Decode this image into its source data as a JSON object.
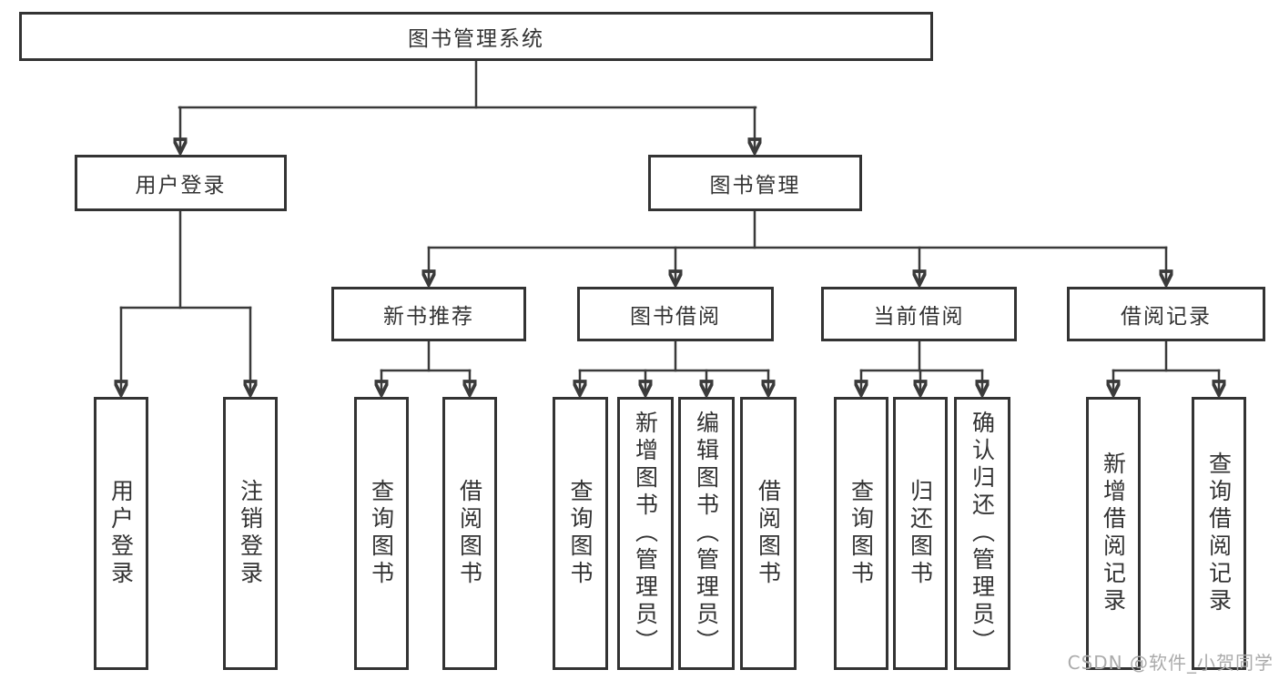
{
  "diagram_title": "图书管理系统",
  "tree": {
    "root": {
      "label": "图书管理系统",
      "children": [
        {
          "label": "用户登录",
          "children": [
            {
              "label": "用户登录"
            },
            {
              "label": "注销登录"
            }
          ]
        },
        {
          "label": "图书管理",
          "children": [
            {
              "label": "新书推荐",
              "children": [
                {
                  "label": "查询图书"
                },
                {
                  "label": "借阅图书"
                }
              ]
            },
            {
              "label": "图书借阅",
              "children": [
                {
                  "label": "查询图书"
                },
                {
                  "label": "新增图书（管理员）"
                },
                {
                  "label": "编辑图书（管理员）"
                },
                {
                  "label": "借阅图书"
                }
              ]
            },
            {
              "label": "当前借阅",
              "children": [
                {
                  "label": "查询图书"
                },
                {
                  "label": "归还图书"
                },
                {
                  "label": "确认归还（管理员）"
                }
              ]
            },
            {
              "label": "借阅记录",
              "children": [
                {
                  "label": "新增借阅记录"
                },
                {
                  "label": "查询借阅记录"
                }
              ]
            }
          ]
        }
      ]
    }
  },
  "watermark": {
    "text": "CSDN @软件_小贺同学"
  },
  "colors": {
    "line": "#3a3a3a",
    "box_border": "#333333",
    "text": "#333333",
    "background": "#ffffff",
    "watermark_text": "#ababab"
  }
}
